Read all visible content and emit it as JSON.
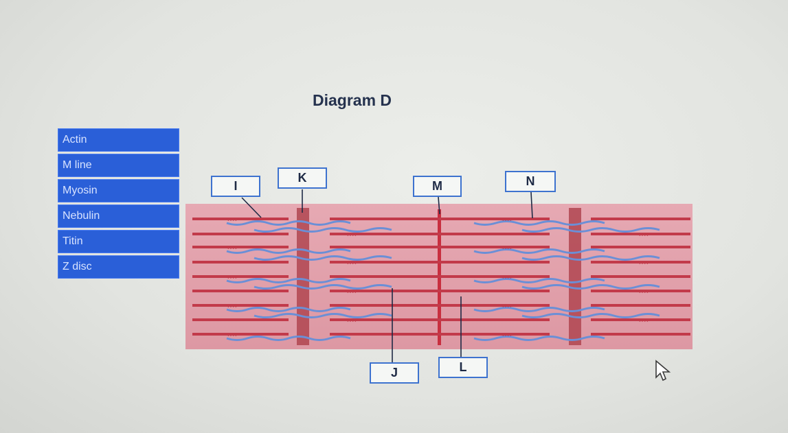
{
  "title": "Diagram D",
  "word_bank": [
    "Actin",
    "M line",
    "Myosin",
    "Nebulin",
    "Titin",
    "Z disc"
  ],
  "labels": {
    "I": "I",
    "K": "K",
    "M": "M",
    "N": "N",
    "J": "J",
    "L": "L"
  },
  "colors": {
    "bank_bg": "#2a5fd8",
    "sarcomere_bg": "#e2a3ad",
    "thick_filament": "#c23a4a",
    "thin_filament": "#6b8fd6",
    "z_disc": "#a53a45"
  }
}
